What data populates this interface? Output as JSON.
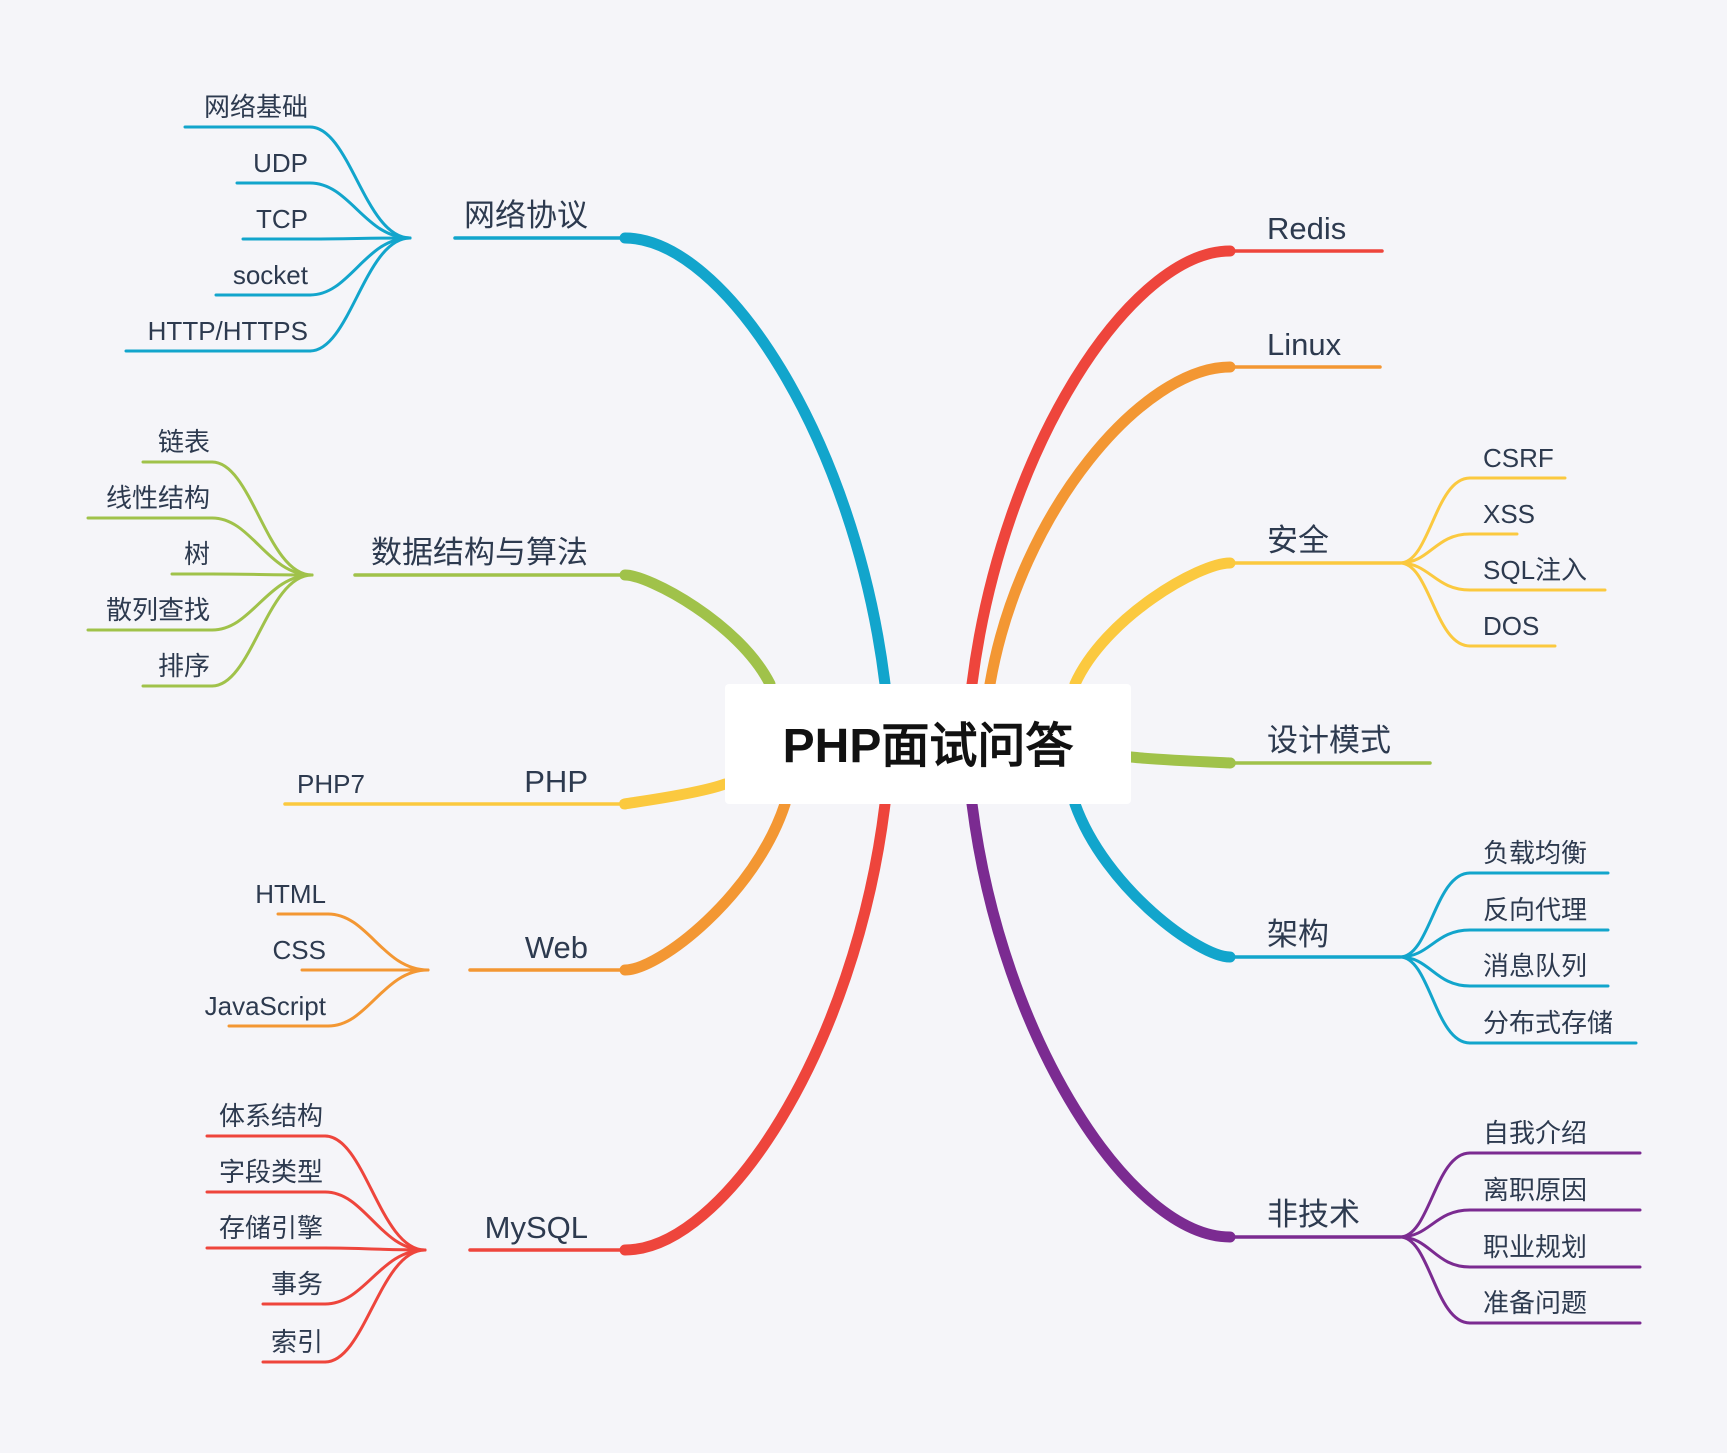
{
  "title": "PHP面试问答",
  "branches": [
    {
      "label": "网络协议",
      "side": "left",
      "color": "#12a5cc",
      "children": [
        "网络基础",
        "UDP",
        "TCP",
        "socket",
        "HTTP/HTTPS"
      ]
    },
    {
      "label": "数据结构与算法",
      "side": "left",
      "color": "#a0c24a",
      "children": [
        "链表",
        "线性结构",
        "树",
        "散列查找",
        "排序"
      ]
    },
    {
      "label": "PHP",
      "side": "left",
      "color": "#fbc93f",
      "children": [
        "PHP7"
      ]
    },
    {
      "label": "Web",
      "side": "left",
      "color": "#f39733",
      "children": [
        "HTML",
        "CSS",
        "JavaScript"
      ]
    },
    {
      "label": "MySQL",
      "side": "left",
      "color": "#ee453c",
      "children": [
        "体系结构",
        "字段类型",
        "存储引擎",
        "事务",
        "索引"
      ]
    },
    {
      "label": "Redis",
      "side": "right",
      "color": "#ee453c",
      "children": []
    },
    {
      "label": "Linux",
      "side": "right",
      "color": "#f39733",
      "children": []
    },
    {
      "label": "安全",
      "side": "right",
      "color": "#fbc93f",
      "children": [
        "CSRF",
        "XSS",
        "SQL注入",
        "DOS"
      ]
    },
    {
      "label": "设计模式",
      "side": "right",
      "color": "#a0c24a",
      "children": []
    },
    {
      "label": "架构",
      "side": "right",
      "color": "#12a5cc",
      "children": [
        "负载均衡",
        "反向代理",
        "消息队列",
        "分布式存储"
      ]
    },
    {
      "label": "非技术",
      "side": "right",
      "color": "#7b2b91",
      "children": [
        "自我介绍",
        "离职原因",
        "职业规划",
        "准备问题"
      ]
    }
  ]
}
